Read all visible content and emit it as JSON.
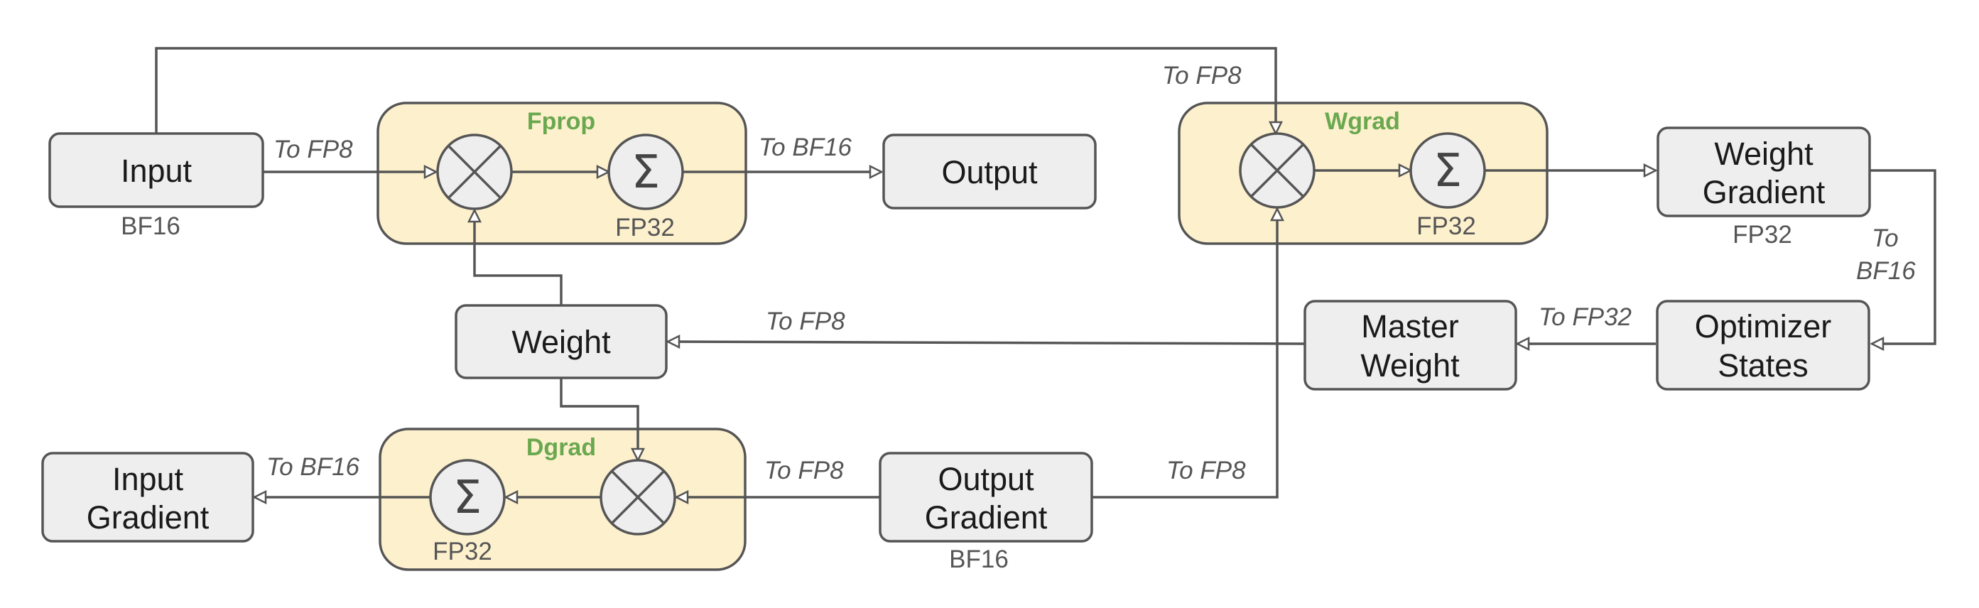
{
  "colors": {
    "group_fill": "#fdf0cd",
    "group_stroke": "#555555",
    "box_fill": "#eeeeee",
    "box_stroke": "#555555",
    "title_color": "#6aa84f",
    "line_color": "#555555"
  },
  "groups": {
    "fprop": {
      "title": "Fprop",
      "sum_precision": "FP32"
    },
    "wgrad": {
      "title": "Wgrad",
      "sum_precision": "FP32"
    },
    "dgrad": {
      "title": "Dgrad",
      "sum_precision": "FP32"
    }
  },
  "nodes": {
    "input": {
      "label": "Input",
      "precision": "BF16"
    },
    "output": {
      "label": "Output"
    },
    "weight": {
      "label": "Weight"
    },
    "weight_gradient": {
      "label_line1": "Weight",
      "label_line2": "Gradient",
      "precision": "FP32"
    },
    "master_weight": {
      "label_line1": "Master",
      "label_line2": "Weight"
    },
    "optimizer_states": {
      "label_line1": "Optimizer",
      "label_line2": "States"
    },
    "input_gradient": {
      "label_line1": "Input",
      "label_line2": "Gradient"
    },
    "output_gradient": {
      "label_line1": "Output",
      "label_line2": "Gradient",
      "precision": "BF16"
    }
  },
  "operators": {
    "multiply_icon": "circle-times",
    "sum_icon": "Σ"
  },
  "conversions": {
    "input_to_fprop": "To FP8",
    "fprop_to_output": "To BF16",
    "input_to_wgrad": "To FP8",
    "wgrad_grad_to_optimizer_line1": "To",
    "wgrad_grad_to_optimizer_line2": "BF16",
    "optimizer_to_master": "To FP32",
    "master_to_weight": "To FP8",
    "dgrad_to_input_gradient": "To BF16",
    "output_gradient_to_dgrad": "To FP8",
    "output_gradient_to_wgrad": "To FP8"
  }
}
